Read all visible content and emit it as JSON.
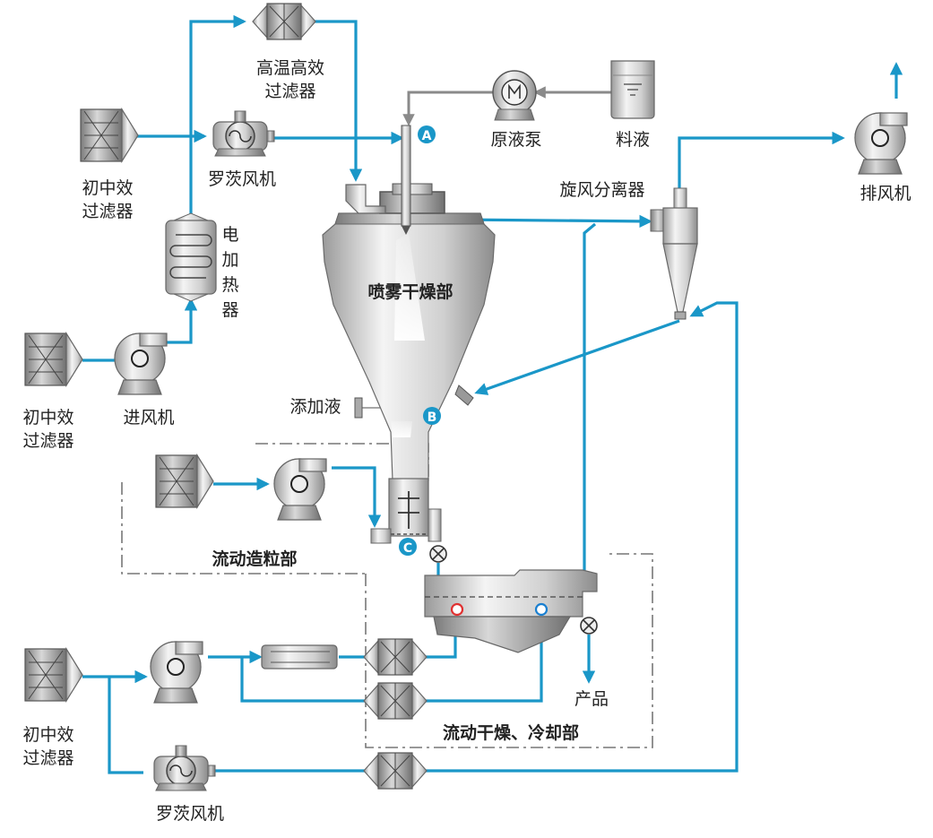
{
  "labels": {
    "hepa_filter": [
      "高温高效",
      "过滤器"
    ],
    "roots_blower_top": "罗茨风机",
    "prefilter_top": [
      "初中效",
      "过滤器"
    ],
    "heater": [
      "电",
      "加",
      "热",
      "器"
    ],
    "prefilter_mid": [
      "初中效",
      "过滤器"
    ],
    "inlet_fan": "进风机",
    "spray_section": "喷雾干燥部",
    "additive": "添加液",
    "feed_pump": "原液泵",
    "feed_liquid": "料液",
    "cyclone": "旋风分离器",
    "exhaust_fan": "排风机",
    "granulation_section": "流动造粒部",
    "drying_cooling_section": "流动干燥、冷却部",
    "product": "产品",
    "prefilter_bottom": [
      "初中效",
      "过滤器"
    ],
    "roots_blower_bottom": "罗茨风机"
  },
  "markers": {
    "a": "A",
    "b": "B",
    "c": "C"
  },
  "colors": {
    "air_pipe": "#1a97c8",
    "liquid_pipe": "#8a8a8a",
    "hot_port": "#e03030",
    "cold_port": "#1a7fd0",
    "marker": "#1a97c8"
  }
}
